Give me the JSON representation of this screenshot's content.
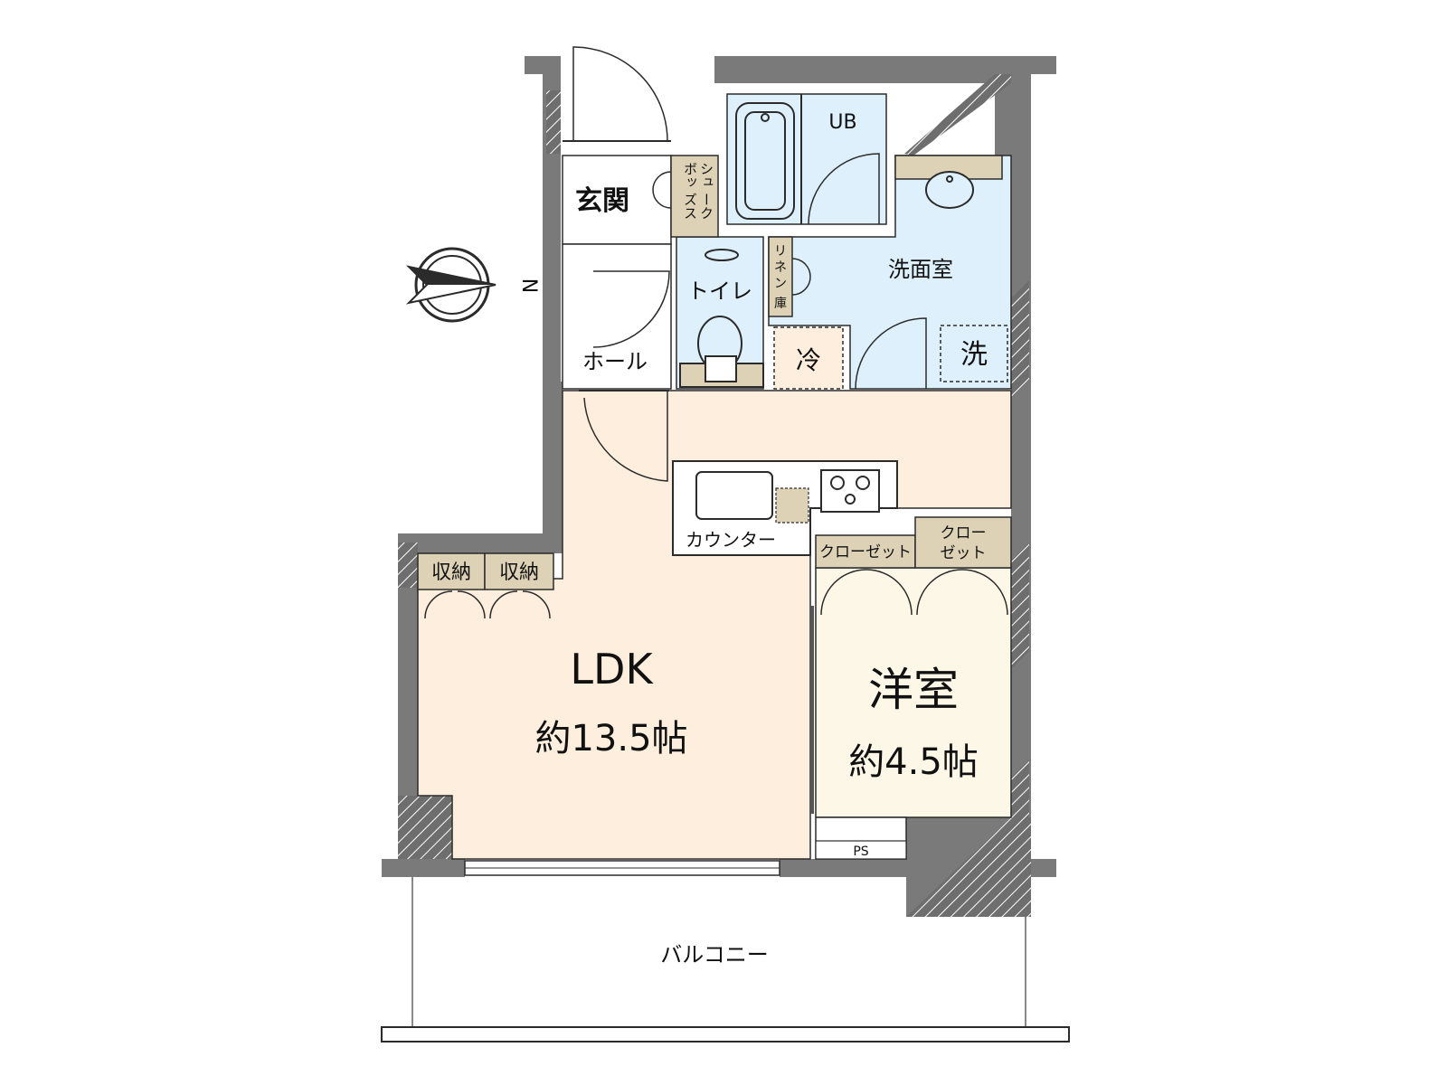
{
  "rooms": {
    "genkan": "玄関",
    "shoe_box": [
      "シュ",
      "ボッ",
      "ーク",
      "ズス"
    ],
    "ub": "UB",
    "toilet": "トイレ",
    "linen": [
      "リ",
      "ネ",
      "ン",
      "庫"
    ],
    "washroom": "洗面室",
    "fridge": "冷",
    "washer": "洗",
    "hall": "ホール",
    "counter": "カウンター",
    "storage_1": "収納",
    "storage_2": "収納",
    "closet_1": "クローゼット",
    "closet_2": [
      "クロー",
      "ゼット"
    ],
    "ldk_name": "LDK",
    "ldk_size": "約13.5帖",
    "western_name": "洋室",
    "western_size": "約4.5帖",
    "ps": "PS",
    "balcony": "バルコニー"
  },
  "compass": {
    "direction": "N"
  },
  "colors": {
    "wall": "#7a7a7a",
    "wet_area": "#ddf0fb",
    "living": "#fdeedd",
    "western_room": "#fcf7e6",
    "storage": "#ddd2b5",
    "line": "#2b2b2b"
  }
}
